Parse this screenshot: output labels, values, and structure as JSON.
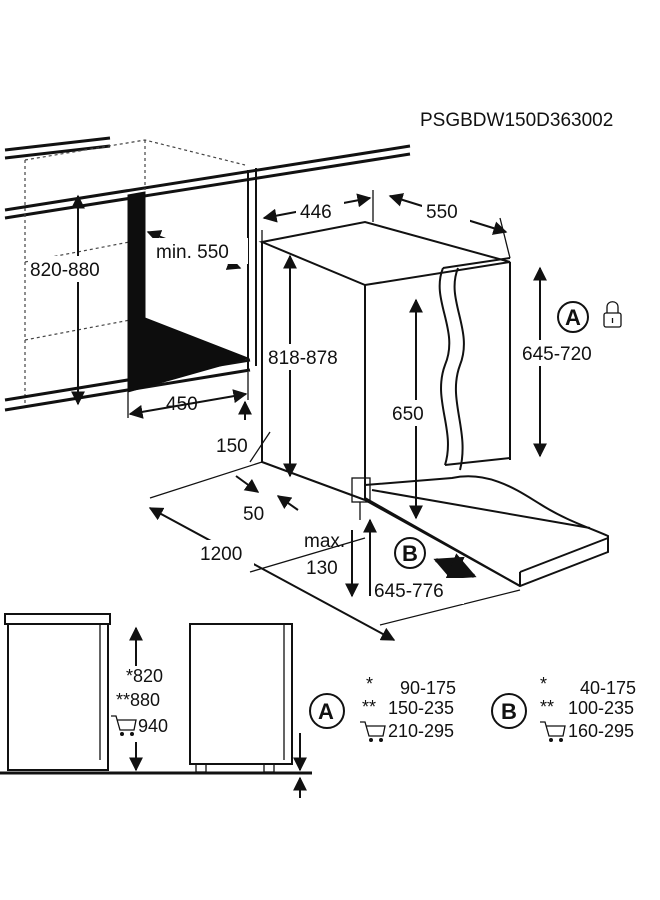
{
  "model_code": "PSGBDW150D363002",
  "dims": {
    "niche_height": "820-880",
    "min_depth": "min. 550",
    "niche_width": "450",
    "appliance_width": "446",
    "appliance_depth": "550",
    "appliance_height": "818-878",
    "door_height": "645-720",
    "inner_height": "650",
    "dim_150": "150",
    "dim_50": "50",
    "dim_1200": "1200",
    "max_label": "max.",
    "max_value": "130",
    "door_open": "645-776"
  },
  "markers": {
    "a": "A",
    "b": "B"
  },
  "side_heights": {
    "h1": "*820",
    "h2": "**880",
    "h3": "940"
  },
  "table_a": {
    "rows": [
      {
        "mark": "*",
        "value": "90-175"
      },
      {
        "mark": "**",
        "value": "150-235"
      },
      {
        "mark": "",
        "value": "210-295"
      }
    ]
  },
  "table_b": {
    "rows": [
      {
        "mark": "*",
        "value": "40-175"
      },
      {
        "mark": "**",
        "value": "100-235"
      },
      {
        "mark": "",
        "value": "160-295"
      }
    ]
  },
  "icons": [
    "lock-icon",
    "cart-icon",
    "arrow-icon"
  ]
}
